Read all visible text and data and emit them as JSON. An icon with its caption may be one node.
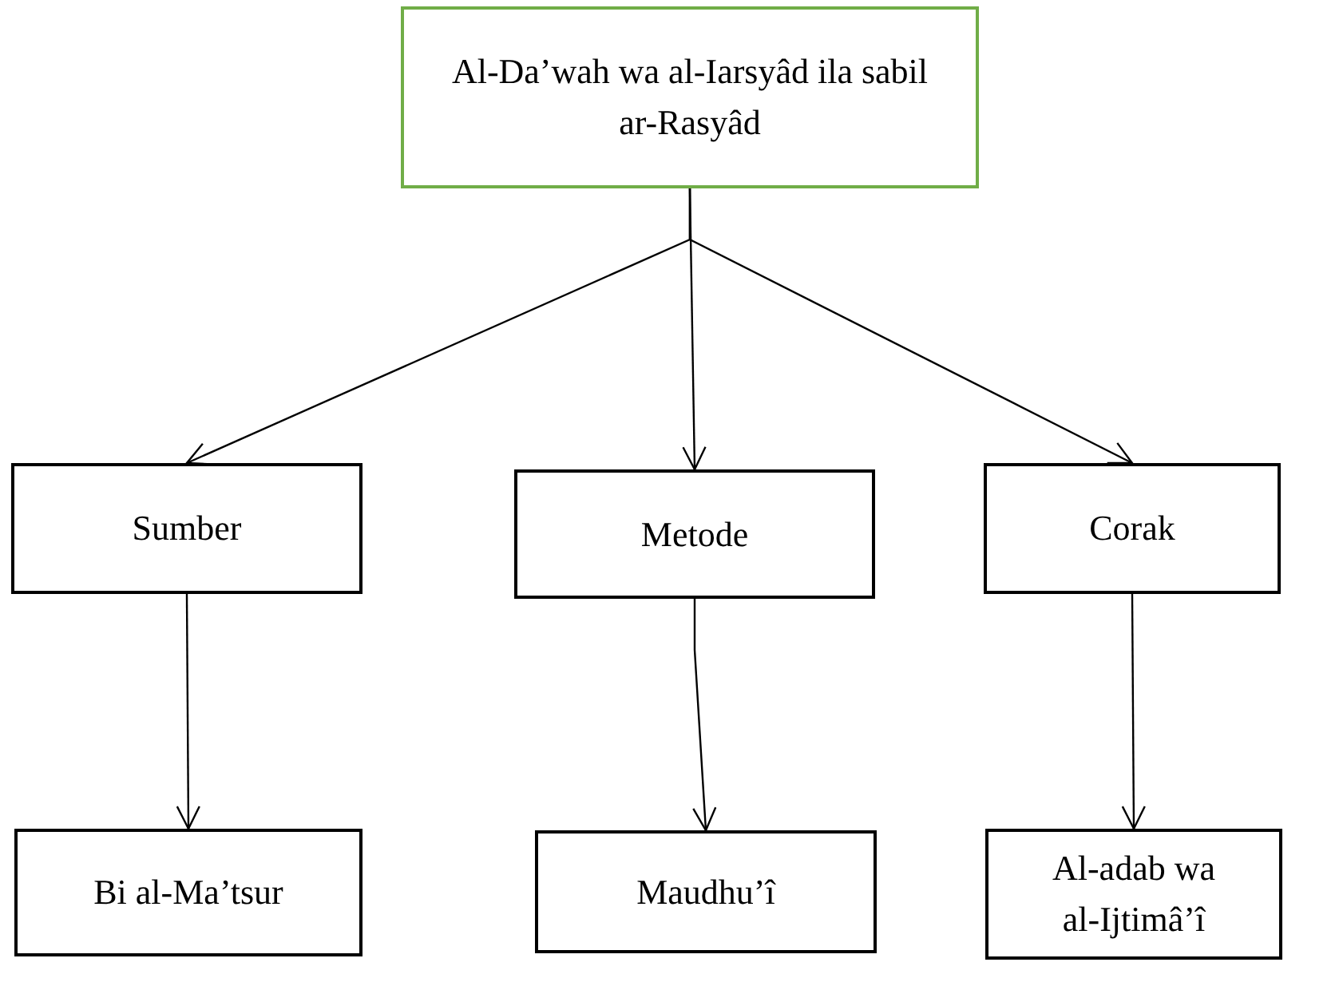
{
  "diagram": {
    "nodes": [
      {
        "text": [
          "Al-Da’wah wa al-Iarsyâd ila sabil ar-Rasyâd"
        ]
      },
      {
        "text": [
          "Sumber"
        ]
      },
      {
        "text": [
          "Metode"
        ]
      },
      {
        "text": [
          "Corak"
        ]
      },
      {
        "text": [
          "Bi al-Ma’tsur"
        ]
      },
      {
        "text": [
          "Maudhu’î"
        ]
      },
      {
        "text": [
          "Al-adab wa al-Ijtimâ’î"
        ]
      }
    ],
    "edges": [
      {
        "from": 0,
        "to": 1,
        "arrow": "to"
      },
      {
        "from": 0,
        "to": 2,
        "arrow": "to"
      },
      {
        "from": 0,
        "to": 3,
        "arrow": "to"
      },
      {
        "from": 1,
        "to": 4,
        "arrow": "to"
      },
      {
        "from": 2,
        "to": 5,
        "arrow": "to"
      },
      {
        "from": 3,
        "to": 6,
        "arrow": "to"
      }
    ]
  }
}
